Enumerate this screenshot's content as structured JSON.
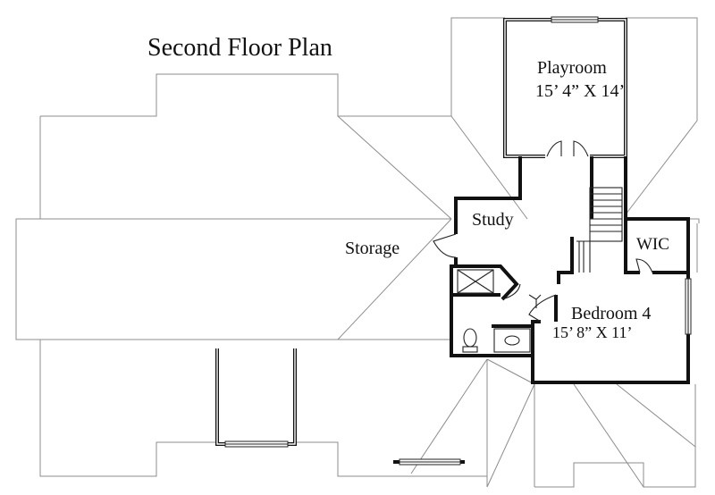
{
  "title": "Second Floor Plan",
  "rooms": {
    "playroom": {
      "name": "Playroom",
      "size": "15’ 4” X 14’"
    },
    "study": {
      "name": "Study"
    },
    "storage": {
      "name": "Storage"
    },
    "wic": {
      "name": "WIC"
    },
    "bedroom4": {
      "name": "Bedroom 4",
      "size": "15’ 8” X 11’"
    }
  }
}
